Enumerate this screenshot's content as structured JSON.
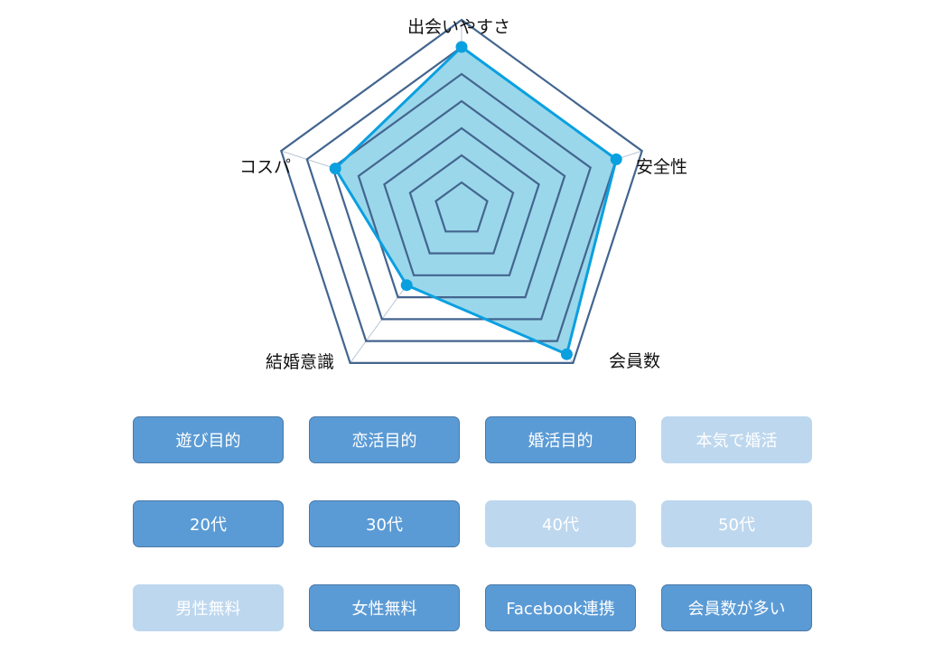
{
  "chart_data": {
    "type": "radar",
    "axes": [
      "出会いやすさ",
      "安全性",
      "会員数",
      "結婚意識",
      "コスパ"
    ],
    "rmax": 6,
    "rings": [
      1,
      2,
      3,
      4,
      5,
      6
    ],
    "reference_ring": 7,
    "series": [
      {
        "values": [
          6,
          6,
          6.6,
          3.45,
          4.9
        ],
        "color": "#0aa0e0",
        "fill": "#9ad7ea"
      }
    ],
    "grid_color": "#43658f",
    "spoke_color": "#b9c6d6"
  },
  "tags": [
    {
      "label": "遊び目的",
      "active": true
    },
    {
      "label": "恋活目的",
      "active": true
    },
    {
      "label": "婚活目的",
      "active": true
    },
    {
      "label": "本気で婚活",
      "active": false
    },
    {
      "label": "20代",
      "active": true
    },
    {
      "label": "30代",
      "active": true
    },
    {
      "label": "40代",
      "active": false
    },
    {
      "label": "50代",
      "active": false
    },
    {
      "label": "男性無料",
      "active": false
    },
    {
      "label": "女性無料",
      "active": true
    },
    {
      "label": "Facebook連携",
      "active": true
    },
    {
      "label": "会員数が多い",
      "active": true
    }
  ]
}
